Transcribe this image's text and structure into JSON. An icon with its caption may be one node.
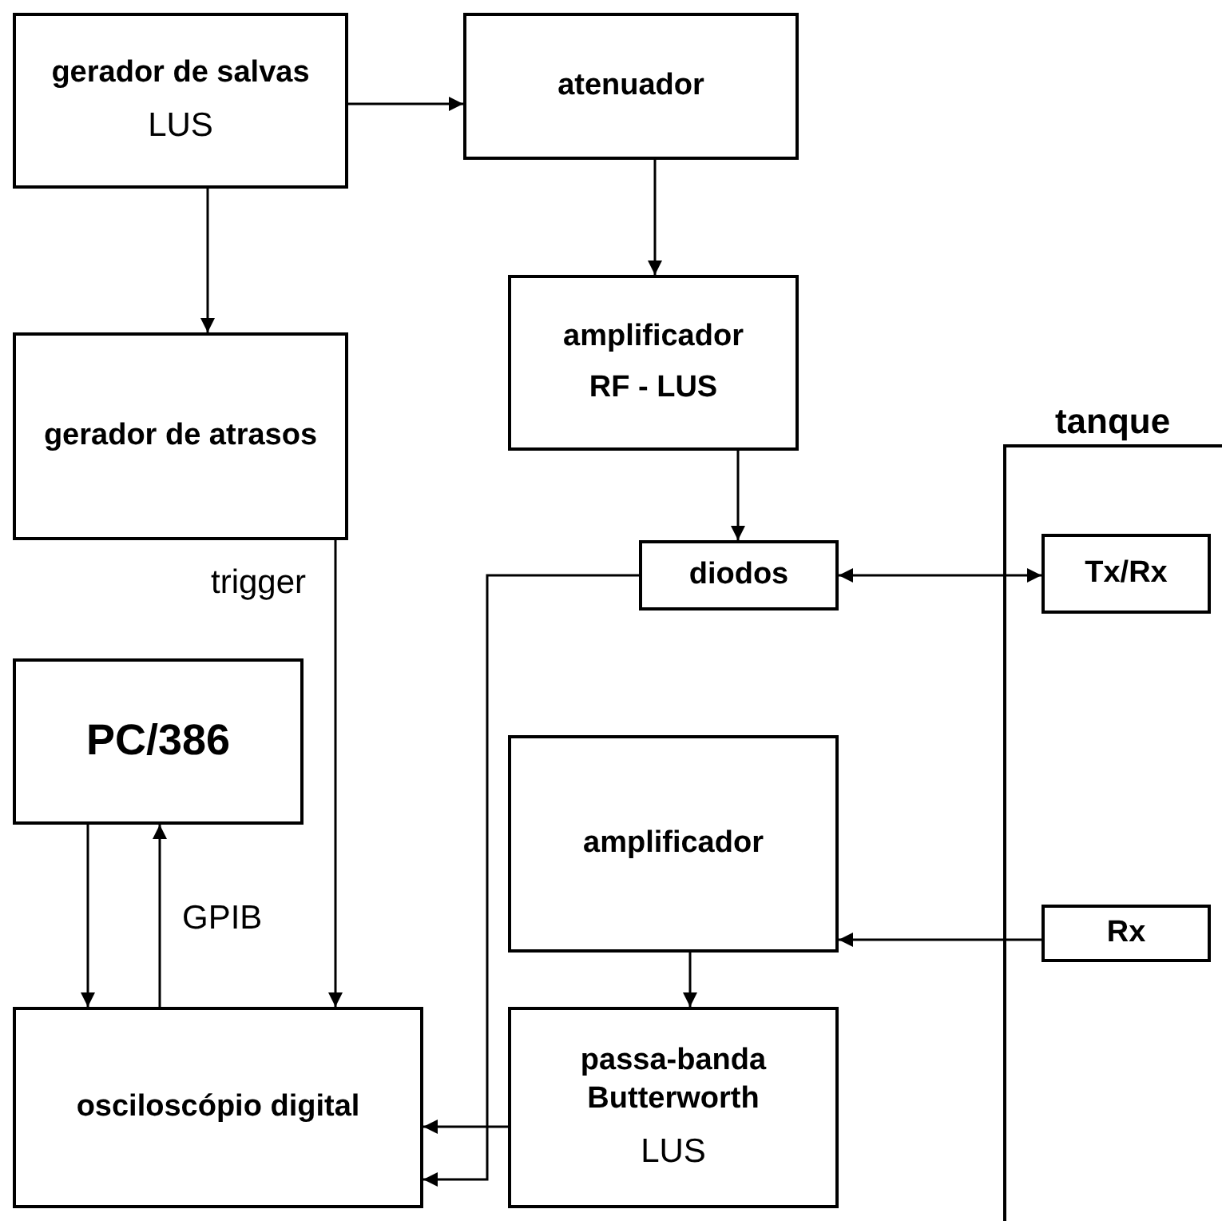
{
  "diagram": {
    "nodes": [
      {
        "text": [
          "gerador de salvas",
          "LUS"
        ]
      },
      {
        "text": [
          "atenuador"
        ]
      },
      {
        "text": [
          "gerador de atrasos"
        ]
      },
      {
        "text": [
          "amplificador",
          "RF -  LUS"
        ]
      },
      {
        "text": [
          "diodos"
        ]
      },
      {
        "text": [
          "tanque"
        ]
      },
      {
        "text": [
          "Tx/Rx"
        ],
        "in": 5
      },
      {
        "text": [
          "PC/386"
        ]
      },
      {
        "text": [
          "amplificador"
        ]
      },
      {
        "text": [
          "Rx"
        ],
        "in": 5
      },
      {
        "text": [
          "osciloscópio digital"
        ]
      },
      {
        "text": [
          "passa-banda Butterworth",
          "LUS"
        ]
      }
    ],
    "edges": [
      {
        "from": 0,
        "to": 1,
        "arrow": "to"
      },
      {
        "from": 0,
        "to": 2,
        "arrow": "to"
      },
      {
        "from": 1,
        "to": 3,
        "arrow": "to"
      },
      {
        "from": 3,
        "to": 4,
        "arrow": "to"
      },
      {
        "from": 4,
        "to": 6,
        "arrow": "both"
      },
      {
        "from": 9,
        "to": 8,
        "arrow": "to"
      },
      {
        "from": 8,
        "to": 11,
        "arrow": "to"
      },
      {
        "from": 11,
        "to": 10,
        "arrow": "to"
      },
      {
        "from": 4,
        "to": 10,
        "arrow": "to"
      },
      {
        "from": 2,
        "to": 10,
        "arrow": "to",
        "label": "trigger"
      },
      {
        "from": 7,
        "to": 10,
        "arrow": "to"
      },
      {
        "from": 10,
        "to": 7,
        "arrow": "to",
        "label": "GPIB"
      }
    ]
  }
}
